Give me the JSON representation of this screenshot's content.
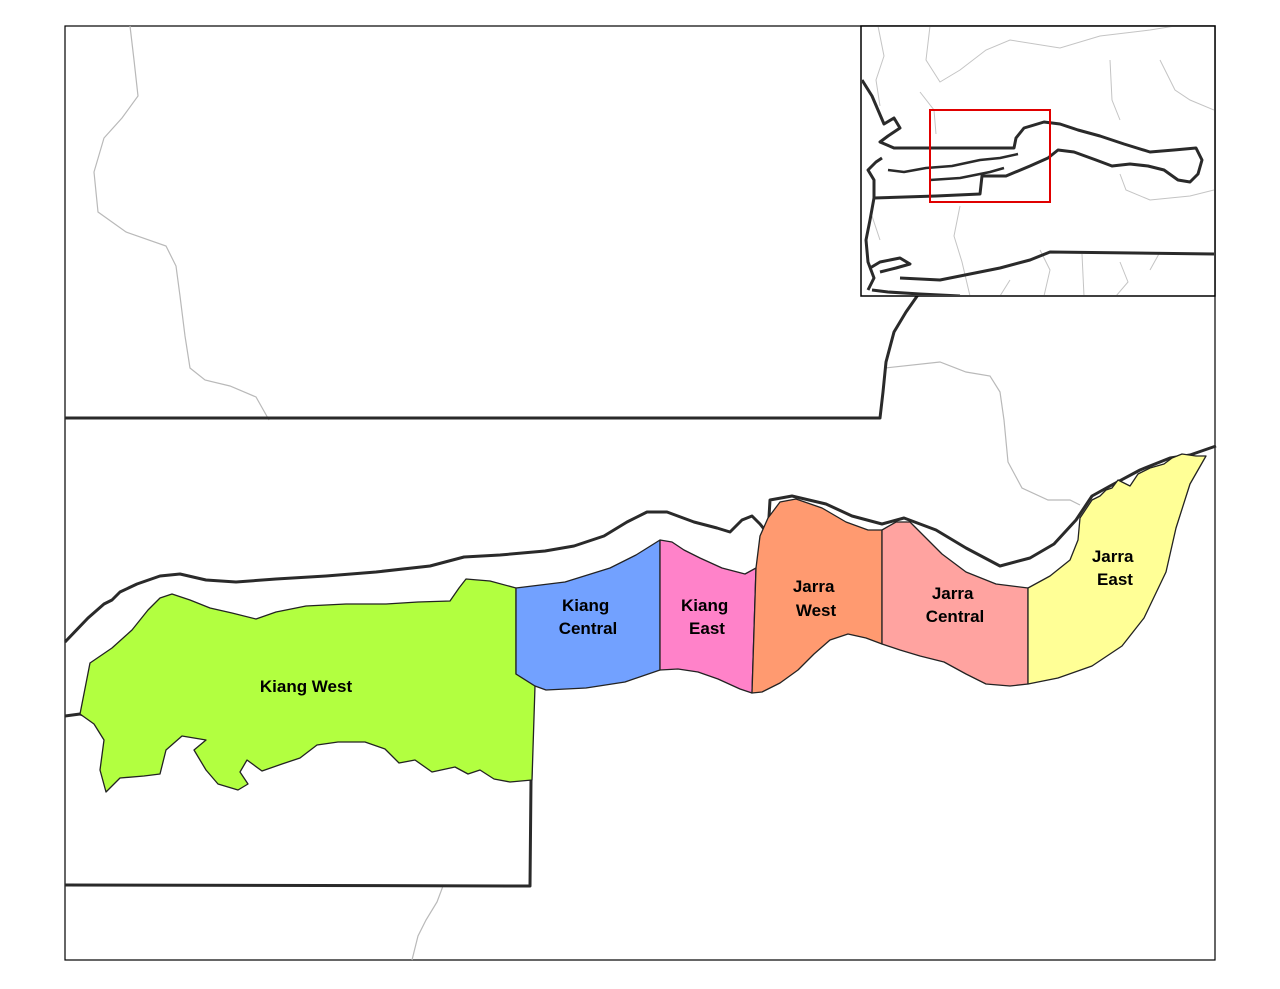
{
  "map": {
    "colors": {
      "background": "#ffffff",
      "frame": "#000000",
      "international_border": "#2a2a2a",
      "minor_boundary": "#b9b9b9",
      "locator_box": "#e00000"
    },
    "districts": [
      {
        "id": "kiang-west",
        "lines": [
          "Kiang West"
        ],
        "color": "#b2ff40"
      },
      {
        "id": "kiang-central",
        "lines": [
          "Kiang",
          "Central"
        ],
        "color": "#72a1ff"
      },
      {
        "id": "kiang-east",
        "lines": [
          "Kiang",
          "East"
        ],
        "color": "#ff82c9"
      },
      {
        "id": "jarra-west",
        "lines": [
          "Jarra",
          "West"
        ],
        "color": "#ff9a70"
      },
      {
        "id": "jarra-central",
        "lines": [
          "Jarra",
          "Central"
        ],
        "color": "#ffa3a0"
      },
      {
        "id": "jarra-east",
        "lines": [
          "Jarra",
          "East"
        ],
        "color": "#ffff96"
      }
    ]
  }
}
